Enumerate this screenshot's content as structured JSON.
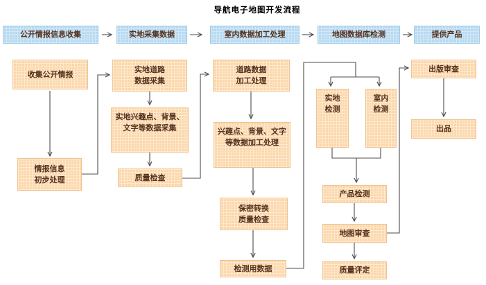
{
  "title": "导航电子地图开发流程",
  "colors": {
    "stage_fill": "#b7d9f0",
    "step_fill": "#fbd7ab",
    "line": "#4d4d4d",
    "ink": "#56321e",
    "title_ink": "#000000"
  },
  "stages": {
    "public_intel_collection": {
      "label": "公开情报信息收集"
    },
    "field_data_collection": {
      "label": "实地采集数据"
    },
    "indoor_data_processing": {
      "label": "室内数据加工处理"
    },
    "map_database_inspection": {
      "label": "地图数据库检测"
    },
    "provide_product": {
      "label": "提供产品"
    }
  },
  "steps": {
    "collect_public_intel": {
      "label": "收集公开情报"
    },
    "field_road_collection": {
      "label": [
        "实地道路",
        "数据采集"
      ]
    },
    "road_data_processing": {
      "label": [
        "道路数据",
        "加工处理"
      ]
    },
    "publication_review": {
      "label": "出版审查"
    },
    "field_poi_collection": {
      "label": [
        "实地兴趣点、背景、",
        "文字等数据采集"
      ]
    },
    "poi_data_processing": {
      "label": [
        "兴趣点、背景、文字",
        "等数据加工处理"
      ]
    },
    "intel_preprocessing": {
      "label": [
        "情报信息",
        "初步处理"
      ]
    },
    "quality_check": {
      "label": "质量检查"
    },
    "security_conversion_qc": {
      "label": [
        "保密转换",
        "质量检查"
      ]
    },
    "inspection_data": {
      "label": "检测用数据"
    },
    "field_inspection": {
      "label": [
        "实地",
        "检测"
      ]
    },
    "indoor_inspection": {
      "label": [
        "室内",
        "检测"
      ]
    },
    "product_inspection": {
      "label": "产品检测"
    },
    "map_review": {
      "label": "地图审查"
    },
    "quality_evaluation": {
      "label": "质量评定"
    },
    "release": {
      "label": "出品"
    }
  }
}
